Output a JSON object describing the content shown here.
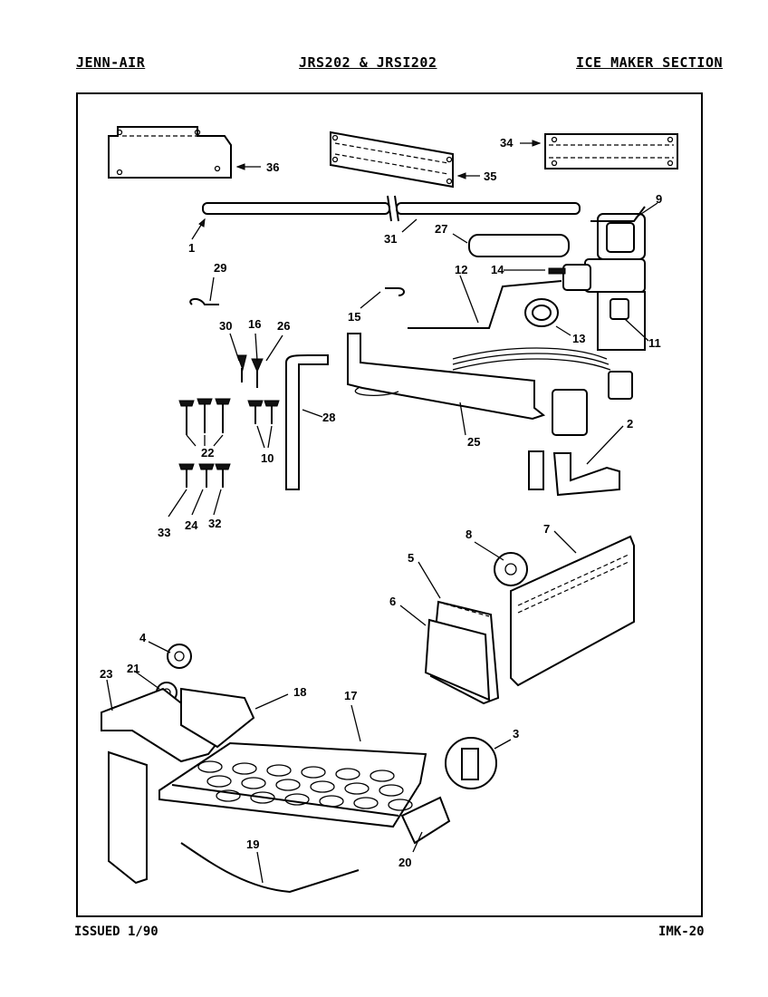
{
  "header": {
    "brand": "JENN-AIR",
    "models": "JRS202 & JRSI202",
    "section": "ICE MAKER SECTION"
  },
  "footer": {
    "issued": "ISSUED 1/90",
    "code": "IMK-20"
  },
  "callouts": {
    "c1": "1",
    "c2": "2",
    "c3": "3",
    "c4": "4",
    "c5": "5",
    "c6": "6",
    "c7": "7",
    "c8": "8",
    "c9": "9",
    "c10": "10",
    "c11": "11",
    "c12": "12",
    "c13": "13",
    "c14": "14",
    "c15": "15",
    "c16": "16",
    "c17": "17",
    "c18": "18",
    "c19": "19",
    "c20": "20",
    "c21": "21",
    "c22": "22",
    "c23": "23",
    "c24": "24",
    "c25": "25",
    "c26": "26",
    "c27": "27",
    "c28": "28",
    "c29": "29",
    "c30": "30",
    "c31": "31",
    "c32": "32",
    "c33": "33",
    "c34": "34",
    "c35": "35",
    "c36": "36"
  }
}
